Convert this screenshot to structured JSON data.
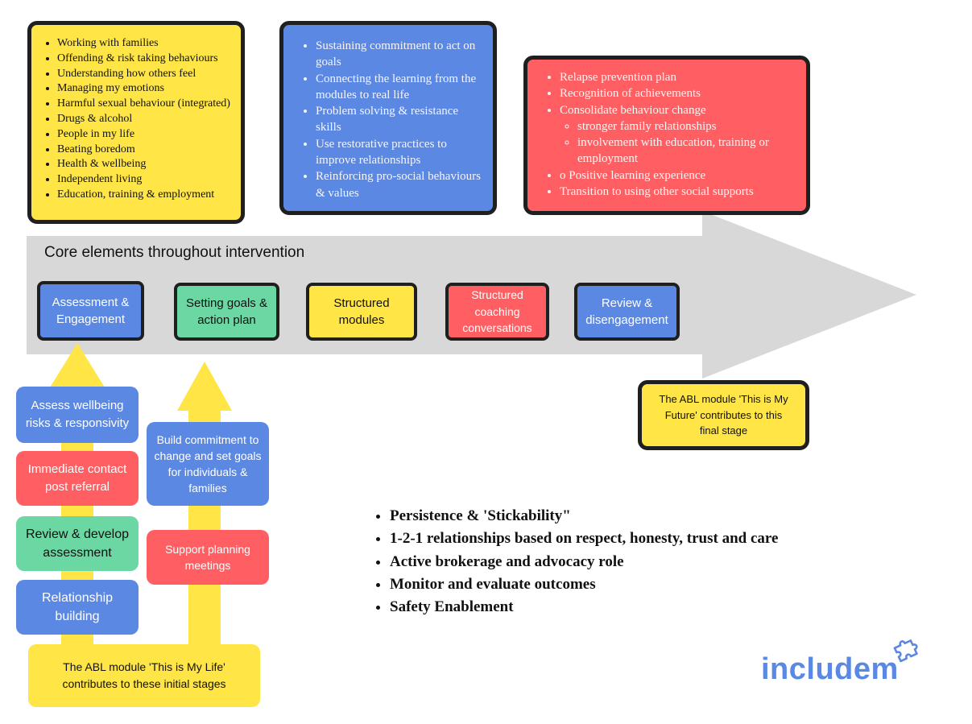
{
  "colors": {
    "yellow": "#ffe545",
    "blue": "#5b88e2",
    "red": "#ff5f62",
    "green": "#6bd7a3",
    "arrow_grey": "#d8d8d8",
    "outline": "#1f1f1f",
    "brand": "#5b88e2"
  },
  "modules_box": {
    "items": [
      "Working with families",
      "Offending & risk taking behaviours",
      "Understanding how others feel",
      "Managing my emotions",
      "Harmful sexual behaviour (integrated)",
      "Drugs & alcohol",
      "People in my life",
      "Beating boredom",
      "Health & wellbeing",
      "Independent living",
      "Education, training & employment"
    ]
  },
  "coaching_box": {
    "items": [
      "Sustaining commitment to act on goals",
      "Connecting the learning from the modules to real life",
      " Problem solving & resistance skills",
      "Use restorative practices to improve relationships",
      "Reinforcing pro-social behaviours & values"
    ]
  },
  "disengagement_box": {
    "items": [
      "Relapse prevention plan",
      "Recognition of achievements",
      "Consolidate behaviour change"
    ],
    "subitems": [
      "stronger family relationships",
      " involvement with education, training or employment"
    ],
    "items_after": [
      "o Positive learning experience",
      "Transition to using other  social supports"
    ]
  },
  "arrow": {
    "label": "Core elements throughout intervention"
  },
  "stages": [
    {
      "line1": "Assessment &",
      "line2": "Engagement",
      "line3": ""
    },
    {
      "line1": "Setting goals &",
      "line2": "action plan",
      "line3": ""
    },
    {
      "line1": "Structured",
      "line2": "modules",
      "line3": ""
    },
    {
      "line1": "Structured",
      "line2": "coaching",
      "line3": "conversations"
    },
    {
      "line1": "Review &",
      "line2": "disengagement",
      "line3": ""
    }
  ],
  "future_box": {
    "line1": "The ABL module 'This is My",
    "line2": "Future' contributes to this",
    "line3": "final stage"
  },
  "left_column": [
    {
      "line1": "Assess wellbeing",
      "line2": "risks & responsivity"
    },
    {
      "line1": "Immediate contact",
      "line2": "post referral"
    },
    {
      "line1": "Review & develop",
      "line2": "assessment"
    },
    {
      "line1": "Relationship",
      "line2": "building"
    }
  ],
  "mid_column": [
    {
      "line1": "Build commitment to",
      "line2": "change and set goals",
      "line3": "for individuals &",
      "line4": "families"
    },
    {
      "line1": "Support planning",
      "line2": "meetings",
      "line3": "",
      "line4": ""
    }
  ],
  "life_box": {
    "line1": "The ABL module 'This is My Life'",
    "line2": "contributes to these initial stages"
  },
  "principles": [
    "Persistence & 'Stickability\"",
    "1-2-1 relationships based on respect, honesty, trust and care",
    "Active brokerage and advocacy role",
    "Monitor and evaluate outcomes",
    "Safety Enablement"
  ],
  "logo": {
    "text": "includem",
    "icon": "puzzle-piece-icon"
  }
}
